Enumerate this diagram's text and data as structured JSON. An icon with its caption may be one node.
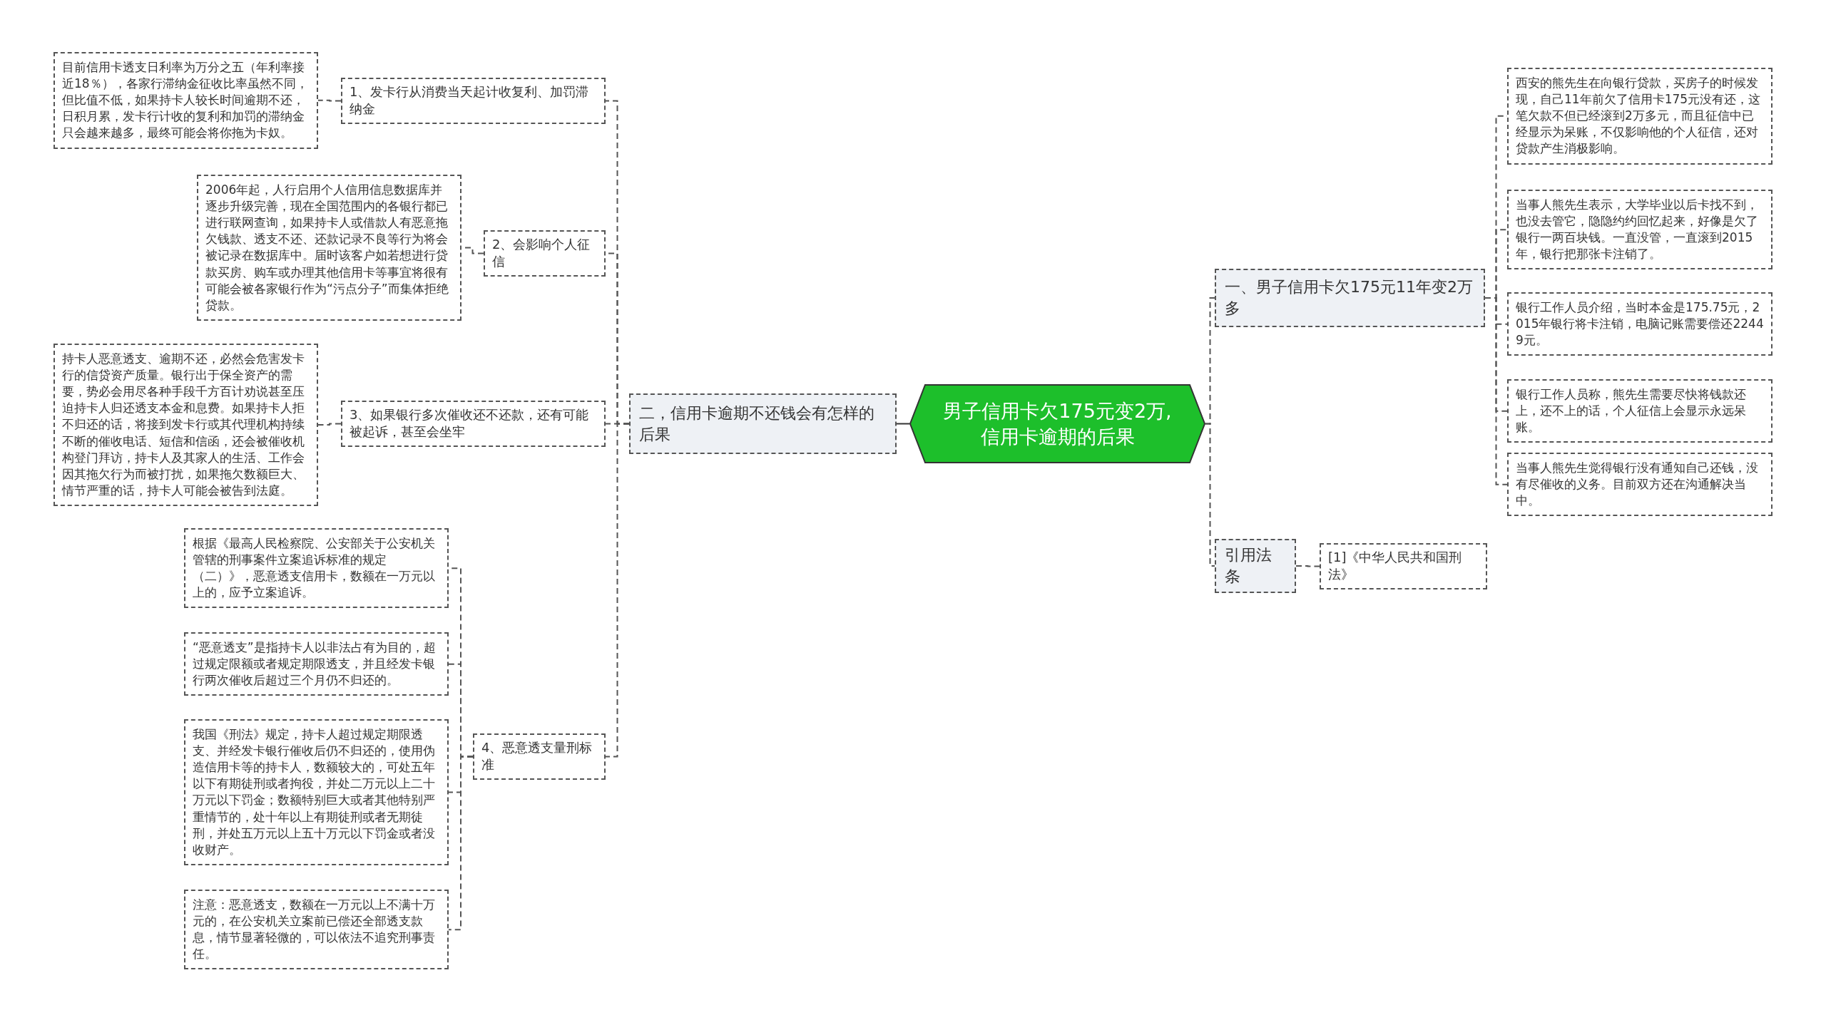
{
  "diagram": {
    "nodes": [
      {
        "text": [
          "男子信用卡欠175元变2万,信用卡逾期的后果"
        ]
      },
      {
        "text": [
          "二，信用卡逾期不还钱会有怎样的后果"
        ]
      },
      {
        "text": [
          "1、发卡行从消费当天起计收复利、加罚滞纳金"
        ]
      },
      {
        "text": [
          "目前信用卡透支日利率为万分之五（年利率接近18％），各家行滞纳金征收比率虽然不同，但比值不低，如果持卡人较长时间逾期不还，日积月累，发卡行计收的复利和加罚的滞纳金只会越来越多，最终可能会将你拖为卡奴。"
        ]
      },
      {
        "text": [
          "2、会影响个人征信"
        ]
      },
      {
        "text": [
          "2006年起，人行启用个人信用信息数据库并逐步升级完善，现在全国范围内的各银行都已进行联网查询，如果持卡人或借款人有恶意拖欠钱款、透支不还、还款记录不良等行为将会被记录在数据库中。届时该客户如若想进行贷款买房、购车或办理其他信用卡等事宜将很有可能会被各家银行作为“污点分子”而集体拒绝贷款。"
        ]
      },
      {
        "text": [
          "3、如果银行多次催收还不还款，还有可能被起诉，甚至会坐牢"
        ]
      },
      {
        "text": [
          "持卡人恶意透支、逾期不还，必然会危害发卡行的信贷资产质量。银行出于保全资产的需要，势必会用尽各种手段千方百计劝说甚至压迫持卡人归还透支本金和息费。如果持卡人拒不归还的话，将接到发卡行或其代理机构持续不断的催收电话、短信和信函，还会被催收机构登门拜访，持卡人及其家人的生活、工作会因其拖欠行为而被打扰，如果拖欠数额巨大、情节严重的话，持卡人可能会被告到法庭。"
        ]
      },
      {
        "text": [
          "4、恶意透支量刑标准"
        ]
      },
      {
        "text": [
          "根据《最高人民检察院、公安部关于公安机关管辖的刑事案件立案追诉标准的规定（二）》，恶意透支信用卡，数额在一万元以上的，应予立案追诉。"
        ]
      },
      {
        "text": [
          "“恶意透支”是指持卡人以非法占有为目的，超过规定限额或者规定期限透支，并且经发卡银行两次催收后超过三个月仍不归还的。"
        ]
      },
      {
        "text": [
          "我国《刑法》规定，持卡人超过规定期限透支、并经发卡银行催收后仍不归还的，使用伪造信用卡等的持卡人，数额较大的，可处五年以下有期徒刑或者拘役，并处二万元以上二十万元以下罚金；数额特别巨大或者其他特别严重情节的，处十年以上有期徒刑或者无期徒刑，并处五万元以上五十万元以下罚金或者没收财产。"
        ]
      },
      {
        "text": [
          "注意：恶意透支，数额在一万元以上不满十万元的，在公安机关立案前已偿还全部透支款息，情节显著轻微的，可以依法不追究刑事责任。"
        ]
      },
      {
        "text": [
          "一、男子信用卡欠175元11年变2万多"
        ]
      },
      {
        "text": [
          "西安的熊先生在向银行贷款，买房子的时候发现，自己11年前欠了信用卡175元没有还，这笔欠款不但已经滚到2万多元，而且征信中已经显示为呆账，不仅影响他的个人征信，还对贷款产生消极影响。"
        ]
      },
      {
        "text": [
          "当事人熊先生表示，大学毕业以后卡找不到，也没去管它，隐隐约约回忆起来，好像是欠了银行一两百块钱。一直没管，一直滚到2015年，银行把那张卡注销了。"
        ]
      },
      {
        "text": [
          "银行工作人员介绍，当时本金是175.75元，2015年银行将卡注销，电脑记账需要偿还22449元。"
        ]
      },
      {
        "text": [
          "银行工作人员称，熊先生需要尽快将钱款还上，还不上的话，个人征信上会显示永远呆账。"
        ]
      },
      {
        "text": [
          "当事人熊先生觉得银行没有通知自己还钱，没有尽催收的义务。目前双方还在沟通解决当中。"
        ]
      },
      {
        "text": [
          "引用法条"
        ]
      },
      {
        "text": [
          "[1]《中华人民共和国刑法》"
        ]
      }
    ],
    "edges": [
      {
        "from": 0,
        "to": 1,
        "arrow": "none"
      },
      {
        "from": 1,
        "to": 2,
        "arrow": "none",
        "style": "dashed"
      },
      {
        "from": 2,
        "to": 3,
        "arrow": "none",
        "style": "dashed"
      },
      {
        "from": 1,
        "to": 4,
        "arrow": "none",
        "style": "dashed"
      },
      {
        "from": 4,
        "to": 5,
        "arrow": "none",
        "style": "dashed"
      },
      {
        "from": 1,
        "to": 6,
        "arrow": "none",
        "style": "dashed"
      },
      {
        "from": 6,
        "to": 7,
        "arrow": "none",
        "style": "dashed"
      },
      {
        "from": 1,
        "to": 8,
        "arrow": "none",
        "style": "dashed"
      },
      {
        "from": 8,
        "to": 9,
        "arrow": "none",
        "style": "dashed"
      },
      {
        "from": 8,
        "to": 10,
        "arrow": "none",
        "style": "dashed"
      },
      {
        "from": 8,
        "to": 11,
        "arrow": "none",
        "style": "dashed"
      },
      {
        "from": 8,
        "to": 12,
        "arrow": "none",
        "style": "dashed"
      },
      {
        "from": 0,
        "to": 13,
        "arrow": "none",
        "style": "dashed"
      },
      {
        "from": 13,
        "to": 14,
        "arrow": "none",
        "style": "dashed"
      },
      {
        "from": 13,
        "to": 15,
        "arrow": "none",
        "style": "dashed"
      },
      {
        "from": 13,
        "to": 16,
        "arrow": "none",
        "style": "dashed"
      },
      {
        "from": 13,
        "to": 17,
        "arrow": "none",
        "style": "dashed"
      },
      {
        "from": 13,
        "to": 18,
        "arrow": "none",
        "style": "dashed"
      },
      {
        "from": 0,
        "to": 19,
        "arrow": "none",
        "style": "dashed"
      },
      {
        "from": 19,
        "to": 20,
        "arrow": "none",
        "style": "dashed"
      }
    ]
  }
}
